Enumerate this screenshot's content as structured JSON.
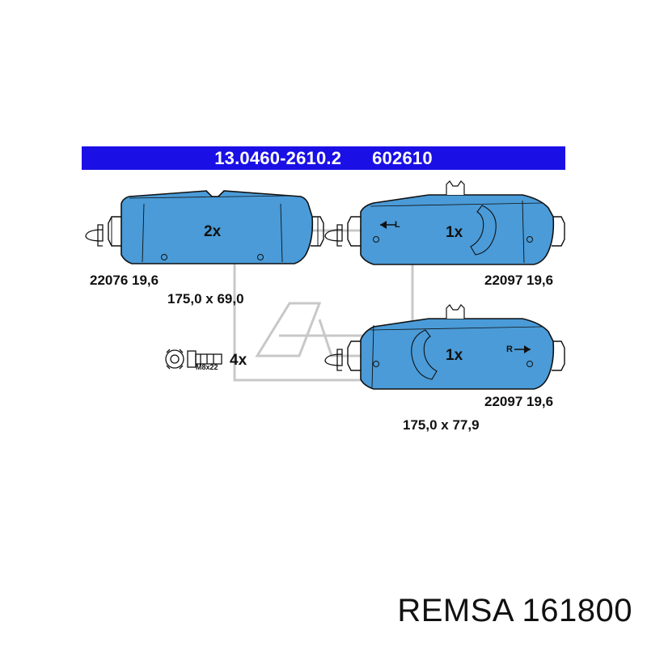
{
  "header": {
    "part_number": "13.0460-2610.2",
    "code": "602610"
  },
  "pads": [
    {
      "quantity": "2x",
      "label": "22076 19,6"
    },
    {
      "quantity": "1x",
      "label": "22097 19,6",
      "side_marker": "L"
    },
    {
      "quantity": "1x",
      "label": "22097 19,6",
      "side_marker": "R"
    }
  ],
  "dimensions": {
    "pad_left": "175,0 x 69,0",
    "pad_right": "175,0 x 77,9"
  },
  "bolt": {
    "size": "M8x22",
    "quantity": "4x"
  },
  "brand_line": "REMSA 161800",
  "colors": {
    "header": "#1a10e6",
    "pad_fill": "#4a9bd8",
    "outline": "#111111",
    "watermark": "#c8c8c8"
  }
}
